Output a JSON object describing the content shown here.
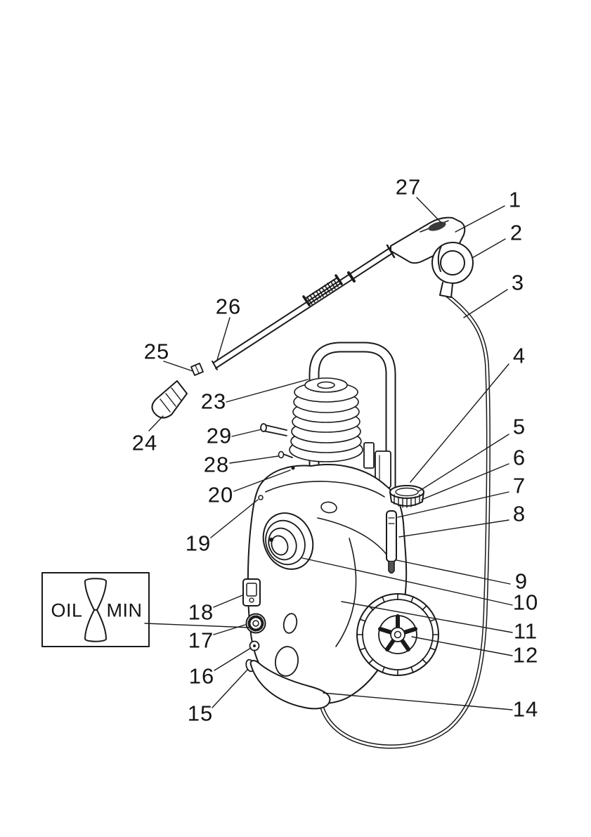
{
  "diagram": {
    "background_color": "#ffffff",
    "line_color": "#1a1a1a",
    "callouts": [
      {
        "label": "27"
      },
      {
        "label": "1"
      },
      {
        "label": "2"
      },
      {
        "label": "3"
      },
      {
        "label": "26"
      },
      {
        "label": "25"
      },
      {
        "label": "4"
      },
      {
        "label": "23"
      },
      {
        "label": "5"
      },
      {
        "label": "24"
      },
      {
        "label": "29"
      },
      {
        "label": "6"
      },
      {
        "label": "28"
      },
      {
        "label": "7"
      },
      {
        "label": "20"
      },
      {
        "label": "8"
      },
      {
        "label": "19"
      },
      {
        "label": "9"
      },
      {
        "label": "10"
      },
      {
        "label": "18"
      },
      {
        "label": "11"
      },
      {
        "label": "17"
      },
      {
        "label": "12"
      },
      {
        "label": "16"
      },
      {
        "label": "15"
      },
      {
        "label": "14"
      }
    ],
    "inset": {
      "oil_label": "OIL",
      "min_label": "MIN"
    }
  }
}
